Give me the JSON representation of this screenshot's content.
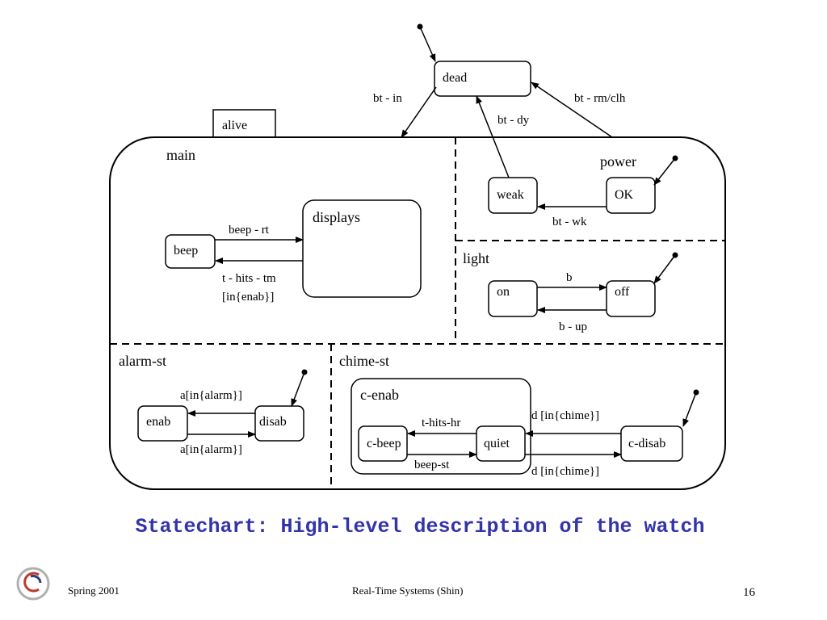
{
  "diagram": {
    "top_state": "dead",
    "container": "alive",
    "regions": {
      "main": "main",
      "power": "power",
      "light": "light",
      "alarm": "alarm-st",
      "chime": "chime-st",
      "chime_inner": "c-enab"
    },
    "states": {
      "beep": "beep",
      "displays": "displays",
      "weak": "weak",
      "ok": "OK",
      "on": "on",
      "off": "off",
      "enab": "enab",
      "disab": "disab",
      "c_beep": "c-beep",
      "quiet": "quiet",
      "c_disab": "c-disab"
    },
    "transitions": {
      "bt_in": "bt - in",
      "bt_dy": "bt - dy",
      "bt_rmclh": "bt - rm/clh",
      "bt_wk": "bt - wk",
      "beep_rt": "beep - rt",
      "t_hits_tm": "t - hits - tm",
      "in_enab": "[in{enab}]",
      "b": "b",
      "b_up": "b - up",
      "a_in_alarm_top": "a[in{alarm}]",
      "a_in_alarm_bottom": "a[in{alarm}]",
      "t_hits_hr": "t-hits-hr",
      "beep_st": "beep-st",
      "d_in_chime_top": "d [in{chime}]",
      "d_in_chime_bottom": "d [in{chime}]"
    }
  },
  "caption": "Statechart: High-level description of the watch",
  "footer": {
    "left": "Spring 2001",
    "center": "Real-Time Systems (Shin)",
    "page": "16"
  },
  "colors": {
    "caption": "#3333aa",
    "logo_red": "#c0392b",
    "logo_blue": "#2c3e80",
    "logo_gray": "#b0b0b0"
  }
}
